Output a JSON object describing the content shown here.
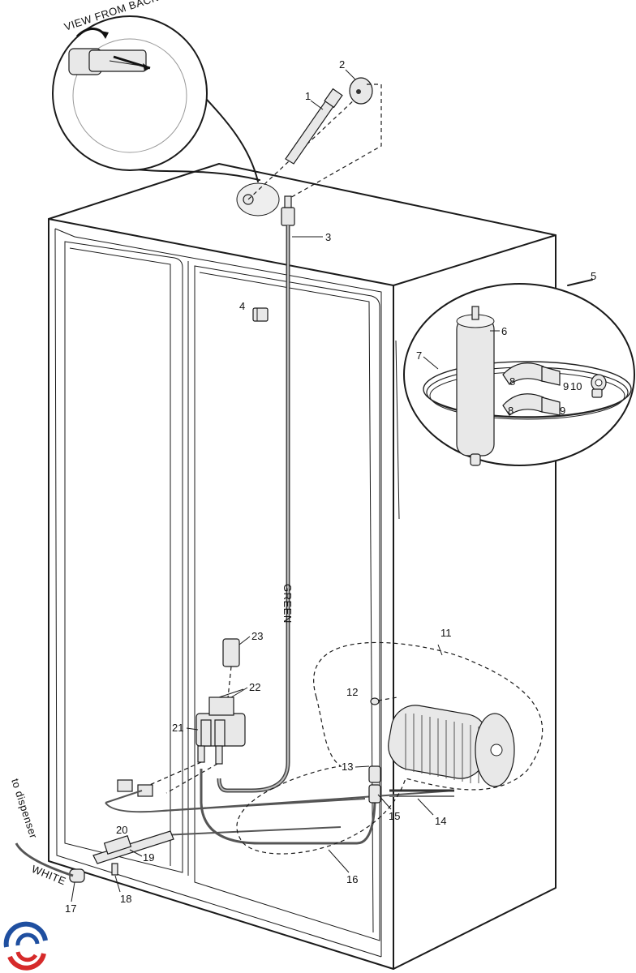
{
  "view_label": "VIEW FROM BACK",
  "green_label": "GREEN",
  "white_label": "WHITE",
  "dispenser_label": "to dispenser",
  "parts": {
    "p1": "1",
    "p2": "2",
    "p3": "3",
    "p4": "4",
    "p5": "5",
    "p6": "6",
    "p7": "7",
    "p8a": "8",
    "p8b": "8",
    "p9a": "9",
    "p9b": "9",
    "p10": "10",
    "p11": "11",
    "p12": "12",
    "p13": "13",
    "p14": "14",
    "p15": "15",
    "p16": "16",
    "p17": "17",
    "p18": "18",
    "p19": "19",
    "p20": "20",
    "p21": "21",
    "p22": "22",
    "p23": "23"
  },
  "colors": {
    "logo_blue": "#1f4fa0",
    "logo_red": "#d62a2a"
  }
}
